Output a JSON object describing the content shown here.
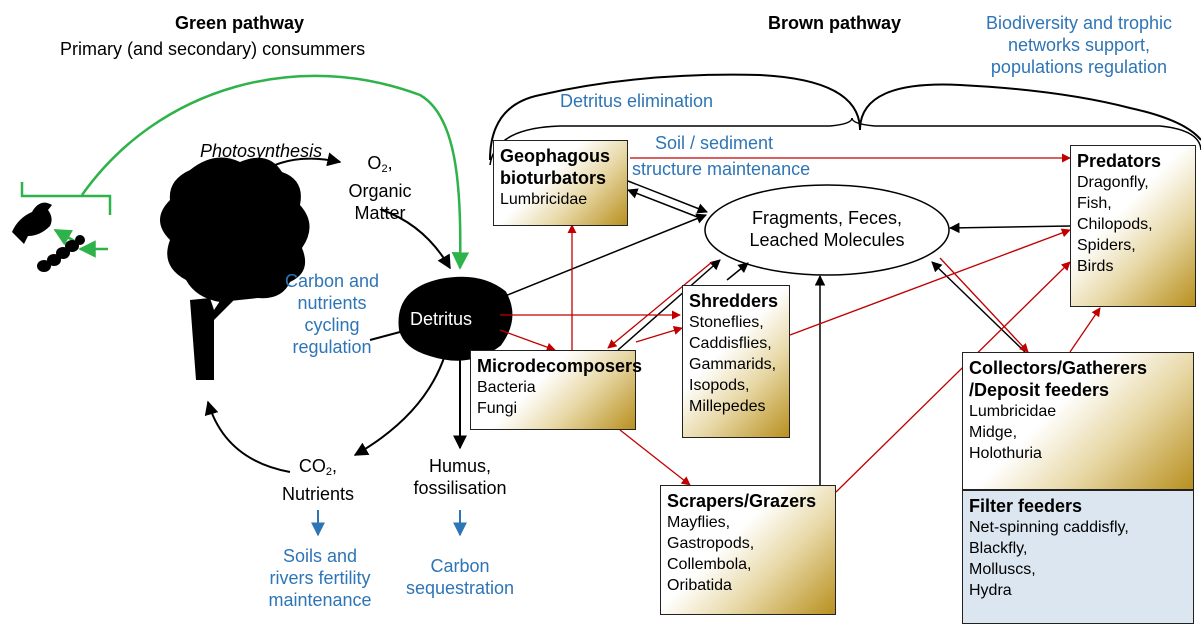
{
  "colors": {
    "accent_blue": "#2E75B6",
    "green_arrow": "#2EB24A",
    "red_arrow": "#C00000",
    "box_gradient_end": "#B8901F",
    "filter_box_bg": "#DCE6F1"
  },
  "green": {
    "title": "Green pathway",
    "subtitle": "Primary (and secondary) consummers",
    "photosynthesis": "Photosynthesis",
    "o2": "O",
    "o2_sub": "2",
    "o2_suffix": ",",
    "organic1": "Organic",
    "organic2": "Matter",
    "carbon1": "Carbon and",
    "carbon2": "nutrients",
    "carbon3": "cycling",
    "carbon4": "regulation",
    "co2": "CO",
    "co2_sub": "2",
    "co2_suffix": ",",
    "nutrients": "Nutrients",
    "soils1": "Soils and",
    "soils2": "rivers fertility",
    "soils3": "maintenance",
    "humus1": "Humus,",
    "humus2": "fossilisation",
    "seq1": "Carbon",
    "seq2": "sequestration"
  },
  "brown": {
    "title": "Brown pathway",
    "biodiv1": "Biodiversity and trophic",
    "biodiv2": "networks support,",
    "biodiv3": "populations regulation",
    "detritus_elim": "Detritus elimination",
    "soil1": "Soil / sediment",
    "soil2": "structure maintenance",
    "detritus": "Detritus",
    "fragments1": "Fragments, Feces,",
    "fragments2": "Leached Molecules"
  },
  "boxes": {
    "geophagous": {
      "title1": "Geophagous",
      "title2": "bioturbators",
      "items": [
        "Lumbricidae"
      ]
    },
    "microdecomposers": {
      "title": "Microdecomposers",
      "items": [
        "Bacteria",
        "Fungi"
      ]
    },
    "shredders": {
      "title": "Shredders",
      "items": [
        "Stoneflies,",
        "Caddisflies,",
        "Gammarids,",
        "Isopods,",
        "Millepedes"
      ]
    },
    "scrapers": {
      "title": "Scrapers/Grazers",
      "items": [
        "Mayflies,",
        "Gastropods,",
        "Collembola,",
        "Oribatida"
      ]
    },
    "predators": {
      "title": "Predators",
      "items": [
        "Dragonfly,",
        "Fish,",
        "Chilopods,",
        "Spiders,",
        "Birds"
      ]
    },
    "collectors": {
      "title1": "Collectors/Gatherers",
      "title2": "/Deposit feeders",
      "items": [
        "Lumbricidae",
        "Midge,",
        "Holothuria"
      ]
    },
    "filter": {
      "title": "Filter feeders",
      "items": [
        "Net-spinning caddisfly,",
        "Blackfly,",
        "Molluscs,",
        "Hydra"
      ]
    }
  }
}
